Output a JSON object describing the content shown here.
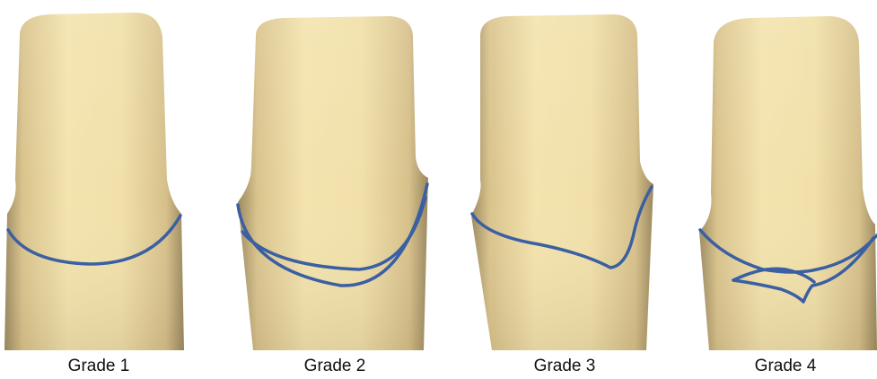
{
  "colors": {
    "background": "#ffffff",
    "tooth_light": "#f3e3ad",
    "tooth_base": "#e6d097",
    "tooth_shadow": "#a89468",
    "margin_line": "#3b5fa3",
    "caption_text": "#111111"
  },
  "panels": [
    {
      "caption": "Grade 1"
    },
    {
      "caption": "Grade 2"
    },
    {
      "caption": "Grade 3"
    },
    {
      "caption": "Grade 4"
    }
  ]
}
